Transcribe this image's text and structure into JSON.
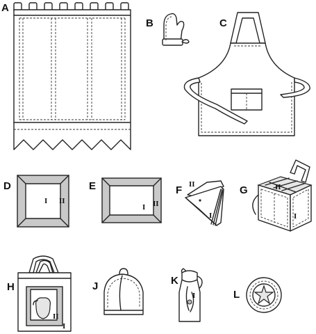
{
  "items": [
    {
      "letter": "A",
      "pieces": []
    },
    {
      "letter": "B",
      "pieces": []
    },
    {
      "letter": "C",
      "pieces": []
    },
    {
      "letter": "D",
      "pieces": [
        "I",
        "II"
      ]
    },
    {
      "letter": "E",
      "pieces": [
        "I",
        "II"
      ]
    },
    {
      "letter": "F",
      "pieces": [
        "II",
        "I"
      ]
    },
    {
      "letter": "G",
      "pieces": [
        "II",
        "I"
      ]
    },
    {
      "letter": "H",
      "pieces": [
        "II",
        "I"
      ]
    },
    {
      "letter": "J",
      "pieces": []
    },
    {
      "letter": "K",
      "pieces": [
        "I"
      ]
    },
    {
      "letter": "L",
      "pieces": []
    }
  ],
  "colors": {
    "line": "#222222",
    "fill_grey": "#c9c9c9",
    "fill_light": "#e6e6e6",
    "background": "#ffffff"
  }
}
